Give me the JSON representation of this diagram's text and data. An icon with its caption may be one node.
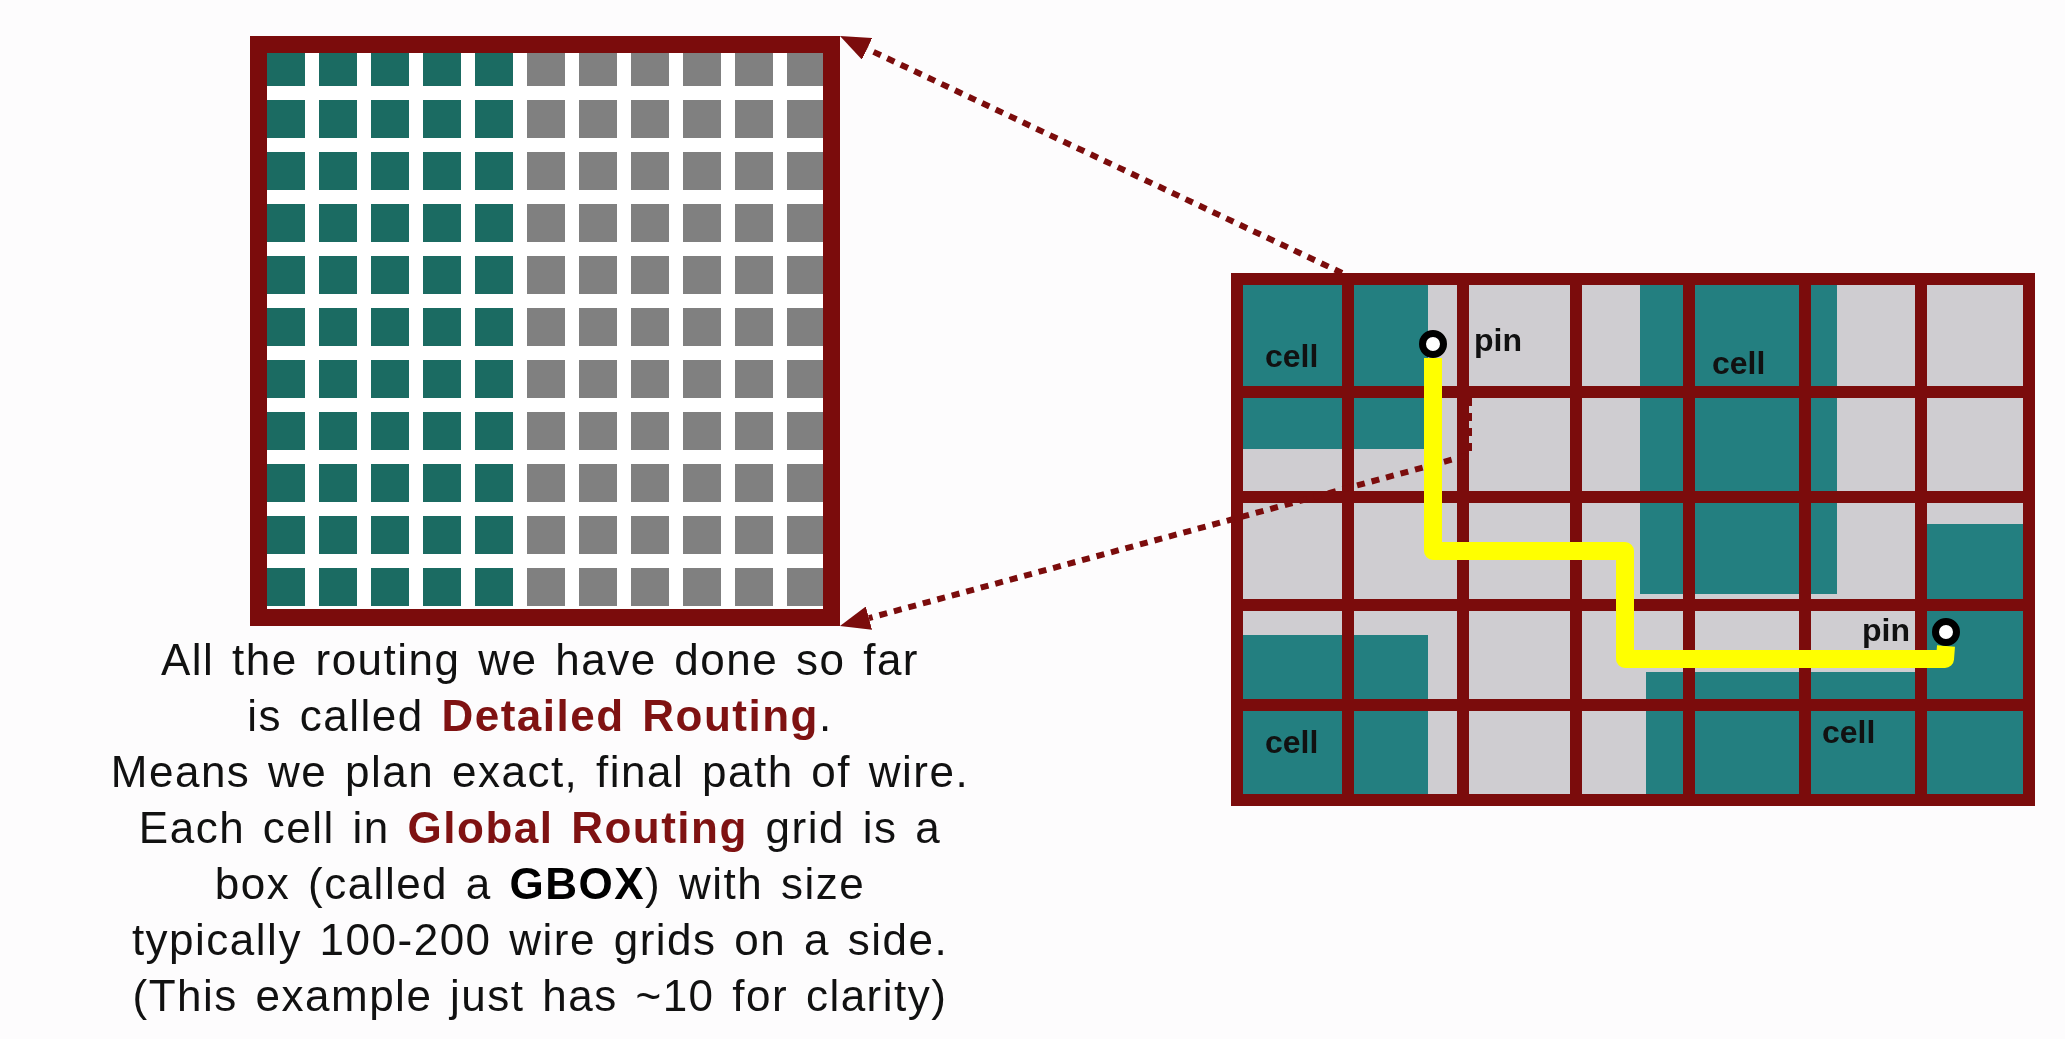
{
  "diagram": {
    "nodes": [
      {
        "text": [],
        "shape": "box"
      },
      {
        "text": [],
        "shape": "box"
      },
      {
        "text": [],
        "shape": "box",
        "in": 1
      },
      {
        "text": [
          "cell"
        ],
        "in": 1
      },
      {
        "text": [],
        "shape": "circle",
        "in": 2
      },
      {
        "text": [
          "cell"
        ],
        "in": 1
      },
      {
        "text": [],
        "shape": "box",
        "in": 1
      },
      {
        "text": [],
        "shape": "circle",
        "in": 6
      },
      {
        "text": [
          "cell"
        ],
        "in": 1
      },
      {
        "text": [
          "cell"
        ],
        "in": 1
      }
    ],
    "edges": [
      {
        "from": 2,
        "to": 0,
        "arrow": "to",
        "style": "dashed"
      },
      {
        "from": 2,
        "to": 0,
        "arrow": "to",
        "style": "dashed"
      },
      {
        "from": 4,
        "to": 7,
        "arrow": "none",
        "style": "thick",
        "color": "#ffff00"
      }
    ],
    "labels": [
      "All the routing we have done so far is called **Detailed Routing**.",
      "Means we plan exact, final path of wire.",
      "Each cell in **Global Routing** grid is a box (called a **GBOX**) with size typically 100-200 wire grids on a side.",
      "(This example just has ~10 for clarity)",
      "pin",
      "pin"
    ]
  }
}
